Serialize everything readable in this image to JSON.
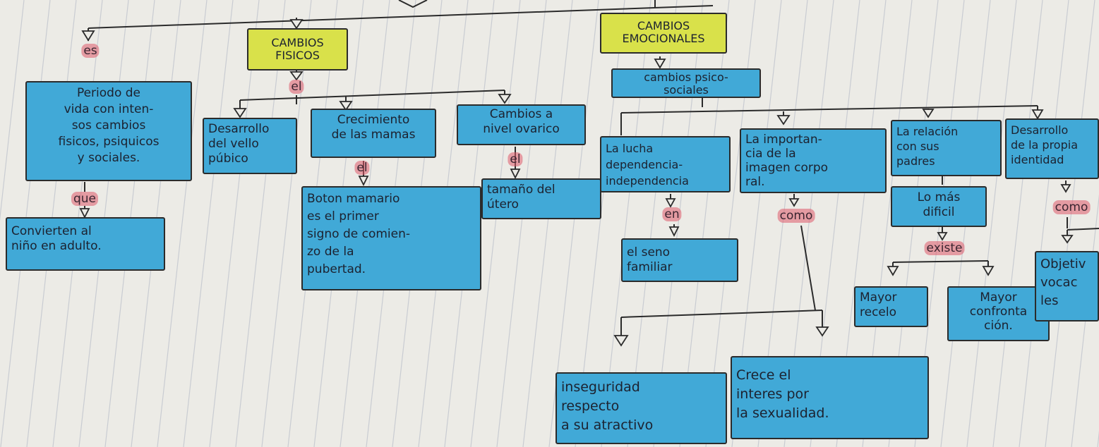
{
  "colors": {
    "highlight_blue": "#41a9d7",
    "highlight_yellow": "#d9e14a",
    "highlight_red": "#de5a69",
    "ink": "#2b2b2b",
    "paper": "#ecebe6"
  },
  "headers": {
    "fisicos": "CAMBIOS\nFISICOS",
    "emocionales": "CAMBIOS\nEMOCIONALES",
    "psicosociales": "cambios psico-\nsociales"
  },
  "nodes": {
    "periodo": "Periodo de\nvida con inten-\nsos cambios\nfisicos, psiquicos\ny sociales.",
    "convierten": "Convierten al\nniño en adulto.",
    "vello": "Desarrollo\ndel vello\npúbico",
    "mamas": "Crecimiento\nde las mamas",
    "ovarico": "Cambios a\nnivel ovarico",
    "boton": "Boton mamario\nes el primer\nsigno de comien-\nzo de la\npubertad.",
    "utero": "tamaño del\nútero",
    "lucha": "La lucha\ndependencia-\nindependencia",
    "seno": "el seno\nfamiliar",
    "importancia": "La importan-\ncia de la\nimagen corpo\nral.",
    "inseguridad": "inseguridad\nrespecto\na su atractivo",
    "crece": "Crece el\ninteres por\nla sexualidad.",
    "relacion": "La relación\ncon sus\npadres",
    "mas_dificil": "Lo más\ndificil",
    "recelo": "Mayor\nrecelo",
    "confrontacion": "Mayor\nconfronta\nción.",
    "desarrollo_identidad": "Desarrollo\nde la propia\nidentidad",
    "objetivos": "Objetiv\nvocac\nles"
  },
  "connectors": {
    "es": "es",
    "el_1": "el",
    "que": "que",
    "el_2": "el",
    "el_3": "el",
    "en": "en",
    "como_1": "como",
    "existe": "existe",
    "como_2": "como"
  }
}
